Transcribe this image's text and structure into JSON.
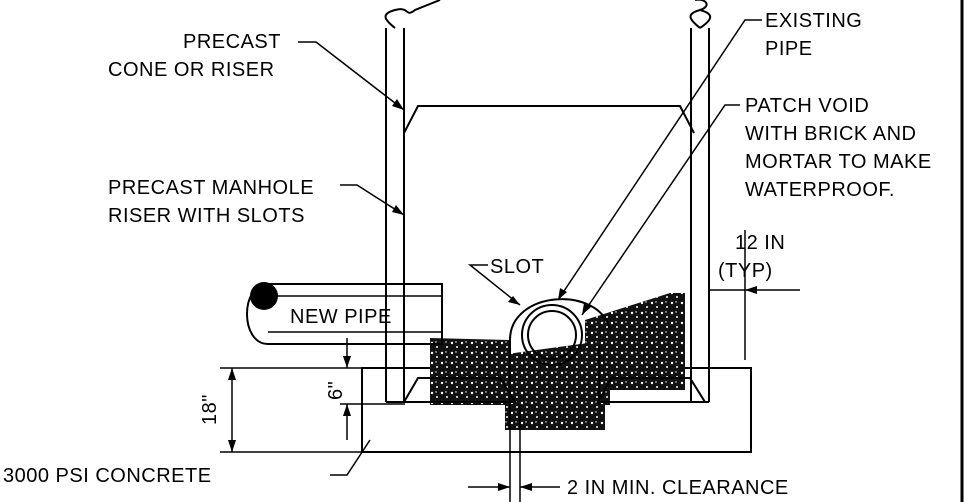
{
  "labels": {
    "precast_cone_1": "PRECAST",
    "precast_cone_2": "CONE OR RISER",
    "existing_pipe_1": "EXISTING",
    "existing_pipe_2": "PIPE",
    "patch_void_1": "PATCH VOID",
    "patch_void_2": "WITH BRICK AND",
    "patch_void_3": "MORTAR TO MAKE",
    "patch_void_4": "WATERPROOF.",
    "riser_slots_1": "PRECAST MANHOLE",
    "riser_slots_2": "RISER WITH SLOTS",
    "dim_12in_1": "12 IN",
    "dim_12in_2": "(TYP)",
    "slot": "SLOT",
    "new_pipe": "NEW PIPE",
    "dim_18": "18\"",
    "dim_6": "6\"",
    "concrete": "3000 PSI CONCRETE",
    "clearance": "2 IN MIN. CLEARANCE"
  }
}
